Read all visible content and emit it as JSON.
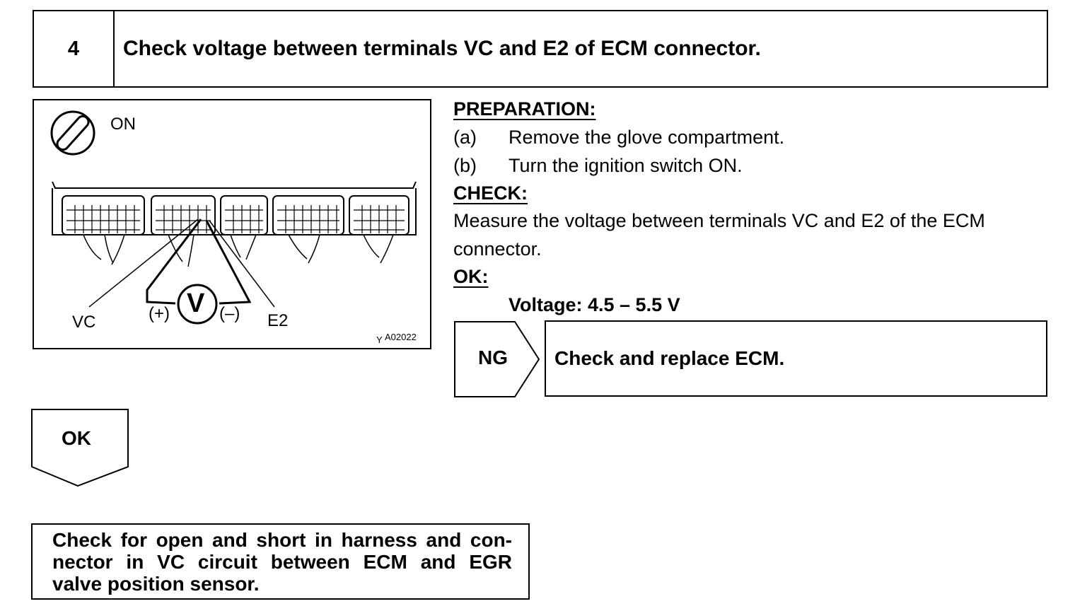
{
  "step": {
    "number": "4",
    "title": "Check voltage between terminals VC and E2 of ECM connector."
  },
  "figure": {
    "ignition_label": "ON",
    "icon": "ignition-key-icon",
    "terminal_vc": "VC",
    "terminal_e2": "E2",
    "meter_symbol": "V",
    "positive_lead": "(+)",
    "negative_lead": "(–)",
    "code_prefix": "Y",
    "code": "A02022"
  },
  "procedure": {
    "preparation_heading": "PREPARATION:",
    "prep_steps": [
      {
        "marker": "(a)",
        "text": "Remove the glove compartment."
      },
      {
        "marker": "(b)",
        "text": "Turn the ignition switch ON."
      }
    ],
    "check_heading": "CHECK:",
    "check_line1": "Measure the voltage between terminals VC and E2 of the ECM",
    "check_line2": "connector.",
    "ok_heading": "OK:",
    "spec": "Voltage: 4.5 – 5.5 V"
  },
  "ng_branch": {
    "label": "NG",
    "result": "Check and replace ECM."
  },
  "ok_branch": {
    "label": "OK"
  },
  "next_step": {
    "text": "Check for open and short in harness and con- nector in VC circuit between ECM and EGR valve position sensor."
  }
}
